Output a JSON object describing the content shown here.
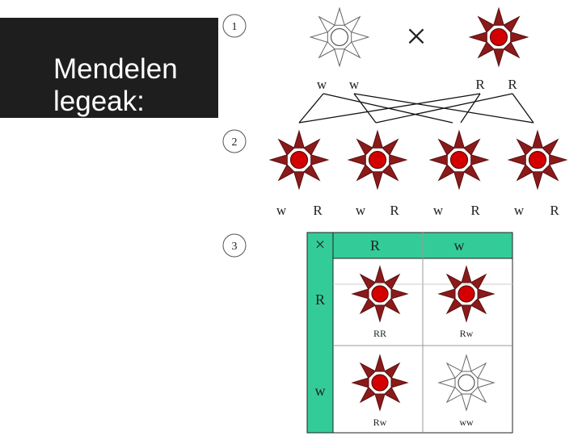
{
  "title": "Mendelen\nlegeak:",
  "step_labels": [
    "1",
    "2",
    "3"
  ],
  "cross_symbol": "×",
  "parents": {
    "white_alleles": [
      "w",
      "w"
    ],
    "red_alleles": [
      "R",
      "R"
    ]
  },
  "f1": [
    {
      "alleles": [
        "w",
        "R"
      ]
    },
    {
      "alleles": [
        "w",
        "R"
      ]
    },
    {
      "alleles": [
        "w",
        "R"
      ]
    },
    {
      "alleles": [
        "w",
        "R"
      ]
    }
  ],
  "punnett": {
    "header_cols": [
      "R",
      "w"
    ],
    "header_rows": [
      "R",
      "w"
    ],
    "cells": [
      {
        "genotype": "RR",
        "color": "red"
      },
      {
        "genotype": "Rw",
        "color": "red"
      },
      {
        "genotype": "Rw",
        "color": "red"
      },
      {
        "genotype": "ww",
        "color": "white"
      }
    ]
  },
  "colors": {
    "red_flower": "#8b1a1a",
    "red_center": "#d40000",
    "white_flower": "#ffffff",
    "grid_green": "#33cc99",
    "title_bg": "#1e1e1e"
  }
}
